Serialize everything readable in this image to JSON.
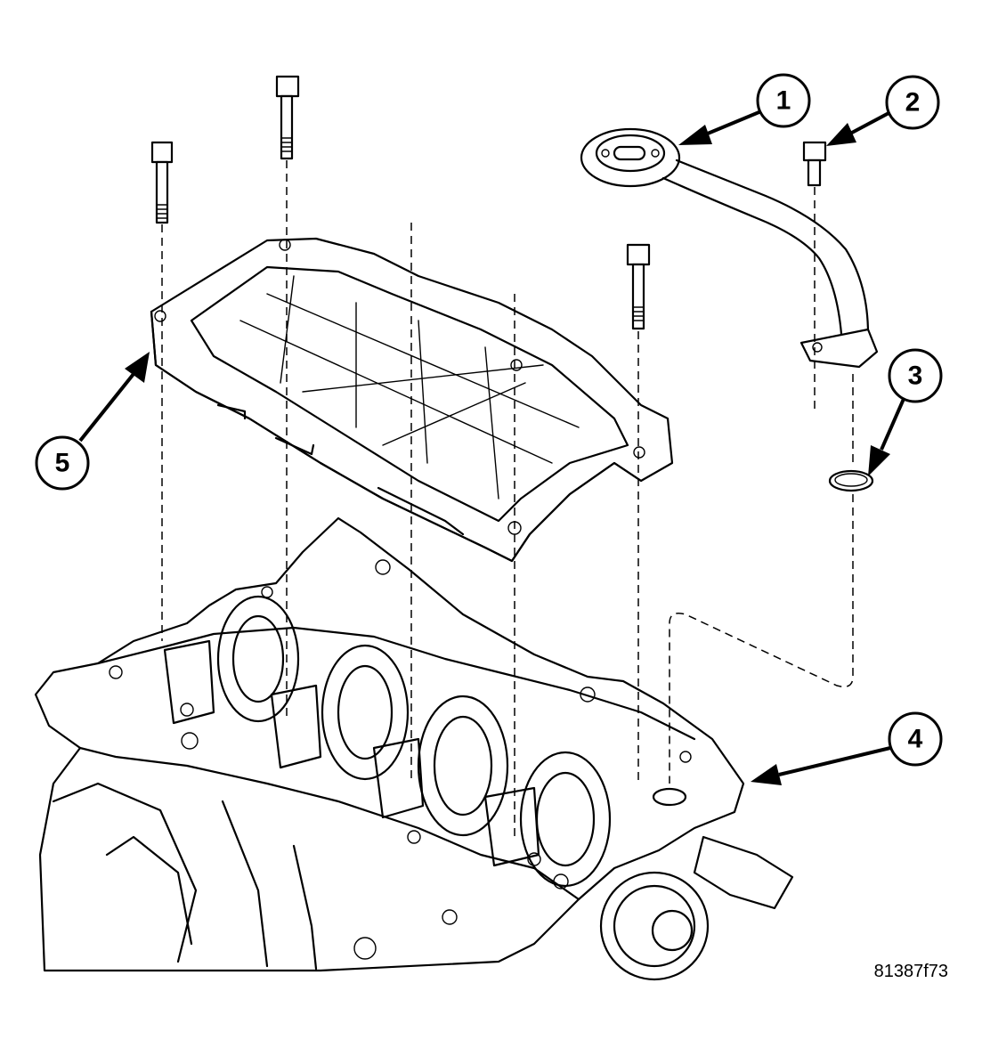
{
  "figure_id": "81387f73",
  "callouts": [
    {
      "number": "1",
      "target": "oil pickup tube"
    },
    {
      "number": "2",
      "target": "pickup tube bolt"
    },
    {
      "number": "3",
      "target": "o-ring"
    },
    {
      "number": "4",
      "target": "engine block"
    },
    {
      "number": "5",
      "target": "windage tray / bedplate"
    }
  ]
}
